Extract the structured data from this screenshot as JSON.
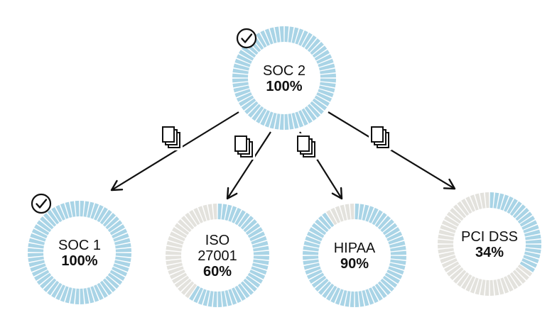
{
  "colors": {
    "complete": "#a9d4e6",
    "incomplete": "#e3e2dd",
    "line": "#111111",
    "background": "#ffffff"
  },
  "icons": {
    "complete_badge": "check-circle-icon",
    "connector": "documents-icon",
    "arrow": "arrow-head-icon"
  },
  "root": {
    "id": "soc2",
    "lines": [
      "SOC 2"
    ],
    "value": "100%",
    "progress": 1.0,
    "completed": true
  },
  "children": [
    {
      "id": "soc1",
      "lines": [
        "SOC 1"
      ],
      "value": "100%",
      "progress": 1.0,
      "completed": true
    },
    {
      "id": "iso27001",
      "lines": [
        "ISO",
        "27001"
      ],
      "value": "60%",
      "progress": 0.6,
      "completed": false
    },
    {
      "id": "hipaa",
      "lines": [
        "HIPAA"
      ],
      "value": "90%",
      "progress": 0.9,
      "completed": false
    },
    {
      "id": "pcidss",
      "lines": [
        "PCI DSS"
      ],
      "value": "34%",
      "progress": 0.34,
      "completed": false
    }
  ]
}
